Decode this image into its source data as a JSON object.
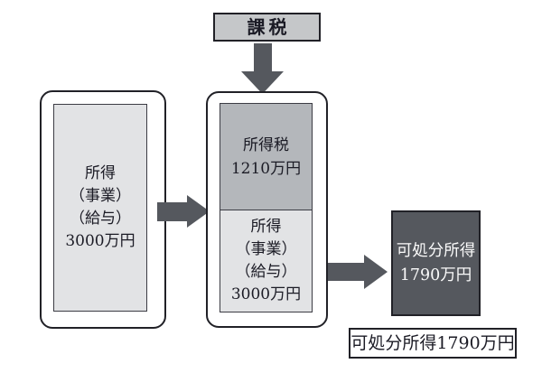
{
  "diagram": {
    "taxation": {
      "label": "課税"
    },
    "pretax_income_box": {
      "lines": [
        "所得",
        "（事業）",
        "（給与）",
        "3000万円"
      ]
    },
    "taxed_box": {
      "tax_section": {
        "lines": [
          "所得税",
          "1210万円"
        ]
      },
      "income_section": {
        "lines": [
          "所得",
          "（事業）",
          "（給与）",
          "3000万円"
        ]
      }
    },
    "disposable_income_box": {
      "lines": [
        "可処分所得",
        "1790万円"
      ]
    },
    "caption": {
      "label": "可処分所得1790万円"
    },
    "colors": {
      "background": "#ffffff",
      "box_border": "#212127",
      "inner_border": "#3c3c44",
      "light_gray_fill": "#e2e3e5",
      "medium_gray_fill": "#b4b7bb",
      "header_gray_fill": "#c5c7c9",
      "dark_fill": "#55585e",
      "text_dark": "#1b1b25",
      "text_light": "#fafafa"
    }
  }
}
